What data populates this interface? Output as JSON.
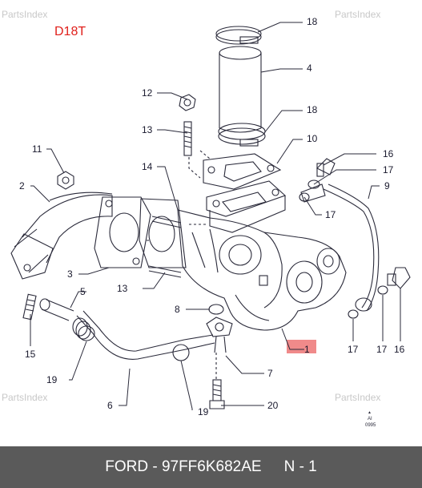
{
  "model_label": "D18T",
  "watermark": "PartsIndex",
  "stamp": {
    "line1": "AI",
    "line2": "0995"
  },
  "callouts": [
    {
      "n": "18"
    },
    {
      "n": "4"
    },
    {
      "n": "18"
    },
    {
      "n": "12"
    },
    {
      "n": "13"
    },
    {
      "n": "10"
    },
    {
      "n": "11"
    },
    {
      "n": "14"
    },
    {
      "n": "16"
    },
    {
      "n": "17"
    },
    {
      "n": "2"
    },
    {
      "n": "9"
    },
    {
      "n": "17"
    },
    {
      "n": "3"
    },
    {
      "n": "13"
    },
    {
      "n": "5"
    },
    {
      "n": "8"
    },
    {
      "n": "1"
    },
    {
      "n": "15"
    },
    {
      "n": "17"
    },
    {
      "n": "17"
    },
    {
      "n": "16"
    },
    {
      "n": "7"
    },
    {
      "n": "19"
    },
    {
      "n": "6"
    },
    {
      "n": "19"
    },
    {
      "n": "20"
    }
  ],
  "footer": {
    "part": "FORD - 97FF6K682AE",
    "qty": "N - 1"
  },
  "colors": {
    "highlight": "#f08a8a",
    "label_red": "#e0201c",
    "footer_bg": "#5a5a5a"
  }
}
